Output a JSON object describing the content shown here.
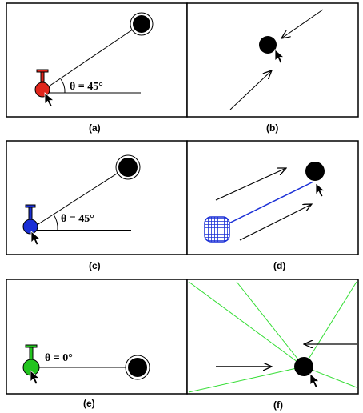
{
  "panels": {
    "a": {
      "caption": "(a)",
      "angle_label": "θ = 45°",
      "knob_color": "#e0251b"
    },
    "b": {
      "caption": "(b)"
    },
    "c": {
      "caption": "(c)",
      "angle_label": "θ = 45°",
      "knob_color": "#1a2fd6",
      "link_color": "#1a2fd6"
    },
    "d": {
      "caption": "(d)",
      "link_color": "#1a2fd6",
      "block_color": "#1a2fd6"
    },
    "e": {
      "caption": "(e)",
      "angle_label": "θ = 0°",
      "knob_color": "#22c41e"
    },
    "f": {
      "caption": "(f)",
      "ray_color": "#33dd33"
    }
  }
}
